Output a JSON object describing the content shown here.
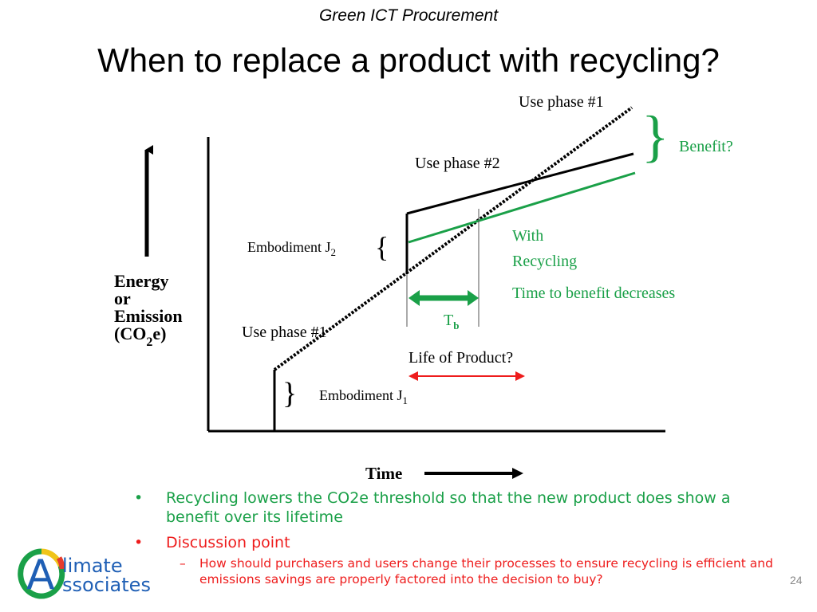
{
  "header": "Green ICT Procurement",
  "title": "When to replace a product with recycling?",
  "diagram": {
    "axis_y": [
      "Energy",
      "or",
      "Emission",
      "(CO",
      "2",
      "e)"
    ],
    "axis_x": "Time",
    "use_phase_1_top": "Use phase #1",
    "use_phase_2": "Use phase #2",
    "use_phase_1_bottom": "Use phase #1",
    "benefit": "Benefit?",
    "with_recycling_1": "With",
    "with_recycling_2": "Recycling",
    "time_to_benefit": "Time to benefit decreases",
    "embodiment_j2": "Embodiment J",
    "embodiment_j2_sub": "2",
    "embodiment_j1": "Embodiment J",
    "embodiment_j1_sub": "1",
    "tb": "T",
    "tb_sub": "b",
    "life_of_product": "Life of Product?"
  },
  "bullets": {
    "b1": "Recycling lowers the CO2e threshold so that the new product does show a benefit over its lifetime",
    "b2": "Discussion point",
    "b3": "How should purchasers and users change their processes to ensure recycling is efficient and emissions savings are properly factored into the decision to buy?"
  },
  "logo": {
    "letter": "A",
    "line1": "limate",
    "line2": "ssociates"
  },
  "page_number": "24",
  "colors": {
    "green": "#1aa048",
    "red": "#ee1c1c",
    "blue": "#1f5fb5"
  }
}
